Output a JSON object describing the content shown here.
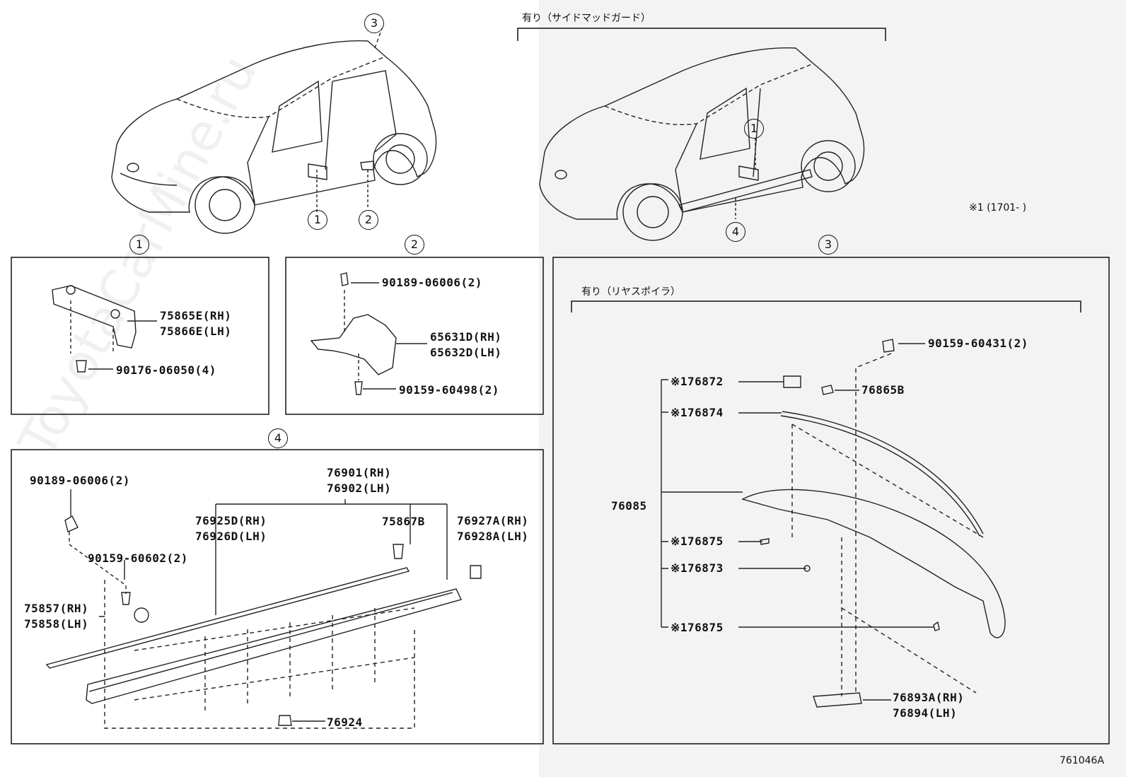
{
  "page": {
    "figure_code": "761046A",
    "note_ref": "※1 (1701-      )",
    "watermark": "ToyotaCarMine.ru"
  },
  "variant_labels": {
    "side_mudguard": "有り（サイドマッドガード）",
    "rear_spoiler": "有り（リヤスポイラ）"
  },
  "callouts": {
    "c1": "1",
    "c2": "2",
    "c3": "3",
    "c4": "4"
  },
  "panel1": {
    "part_a": "75865E(RH)",
    "part_b": "75866E(LH)",
    "clip": "90176-06050(4)"
  },
  "panel2": {
    "clip_top": "90189-06006(2)",
    "part_a": "65631D(RH)",
    "part_b": "65632D(LH)",
    "screw": "90159-60498(2)"
  },
  "panel4": {
    "clip": "90189-06006(2)",
    "moulding_rh": "76901(RH)",
    "moulding_lh": "76902(LH)",
    "tape_rh": "76925D(RH)",
    "tape_lh": "76926D(LH)",
    "fastener": "75867B",
    "cap_rh": "76927A(RH)",
    "cap_lh": "76928A(LH)",
    "screw": "90159-60602(2)",
    "plug_rh": "75857(RH)",
    "plug_lh": "75858(LH)",
    "retainer": "76924"
  },
  "panel3": {
    "screw": "90159-60431(2)",
    "nut": "76865B",
    "assembly": "76085",
    "p1": "※176872",
    "p2": "※176874",
    "p3": "※176875",
    "p4": "※176873",
    "p5": "※176875",
    "bracket_rh": "76893A(RH)",
    "bracket_lh": "76894(LH)"
  }
}
